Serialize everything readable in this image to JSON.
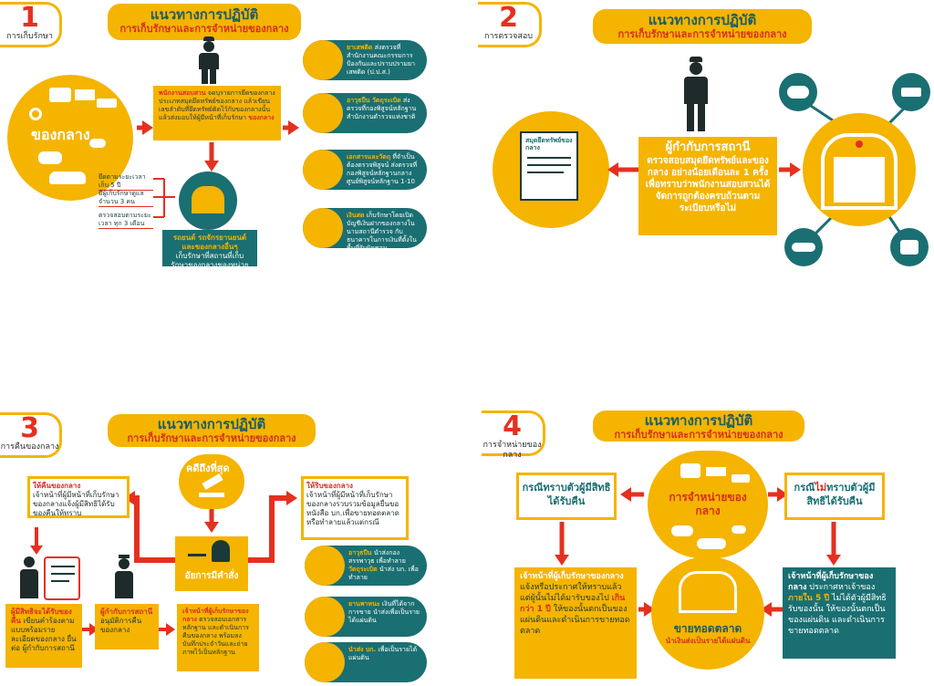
{
  "colors": {
    "yellow": "#f5b400",
    "teal": "#1a6f72",
    "red": "#e53020",
    "dark": "#1a3a3a"
  },
  "panel1": {
    "badge_num": "1",
    "badge_label": "การเก็บรักษา",
    "banner_title": "แนวทางการปฏิบัติ",
    "banner_subtitle": "การเก็บรักษาและการจำหน่ายของกลาง",
    "circle_label": "ของกลาง",
    "officer_text_red": "พนักงานสอบสวน",
    "officer_text": "จดบุรายการยึดของกลาง ประเภทสมุดยึดทรัพย์ของกลาง แล้วเขียนเลขลำดับที่ยึดทรัพย์ติดไว้กับของกลางนั้น แล้วส่งมอบให้ผู้มีหน้าที่เก็บรักษา",
    "officer_text_end": "ของกลาง",
    "labels": [
      "ยึดตามระยะเวลาเก็บ 5 ปี",
      "มีผู้เก็บรักษาดูแล จำนวน 3 คน",
      "ตรวจสอบตามระยะเวลา ทุก 3 เดือน"
    ],
    "vehicle_box_title": "รถยนต์ รถจักรยานยนต์ และของกลางอื่นๆ",
    "vehicle_box_text": "เก็บรักษาที่สถานที่เก็บรักษาของกลางของหน่วยงาน",
    "pills": [
      {
        "title": "ยาเสพติด",
        "text": "ส่งตรวจที่สำนักงานคณะกรรมการป้องกันและปราบปรามยาเสพติด (ป.ป.ส.)"
      },
      {
        "title": "อาวุธปืน วัตถุระเบิด",
        "text": "ส่งตรวจที่กองพิสูจน์หลักฐาน สำนักงานตำรวจแห่งชาติ"
      },
      {
        "title": "เอกสารและวัตถุ",
        "text": "ที่จำเป็นต้องตรวจพิสูจน์ ส่งตรวจที่กองพิสูจน์หลักฐานกลาง ศูนย์พิสูจน์หลักฐาน 1-10"
      },
      {
        "title": "เงินสด",
        "text": "เก็บรักษาโดยเปิดบัญชีเงินฝากของกลางในนามสถานีตำรวจ กับธนาคารในการเงินที่ตั้งในพื้นที่รับผิดชอบ"
      }
    ]
  },
  "panel2": {
    "badge_num": "2",
    "badge_label": "การตรวจสอบ",
    "banner_title": "แนวทางการปฏิบัติ",
    "banner_subtitle": "การเก็บรักษาและการจำหน่ายของกลาง",
    "doc_label": "สมุดยึดทรัพย์ของกลาง",
    "center_title": "ผู้กำกับการสถานี",
    "center_text": "ตรวจสอบสมุดยึดทรัพย์และของกลาง อย่างน้อยเดือนละ 1 ครั้ง เพื่อทราบว่าพนักงานสอบสวนได้จัดการถูกต้องครบถ้วนตามระเบียบหรือไม่"
  },
  "panel3": {
    "badge_num": "3",
    "badge_label": "การคืนของกลาง",
    "banner_title": "แนวทางการปฏิบัติ",
    "banner_subtitle": "การเก็บรักษาและการจำหน่ายของกลาง",
    "final_label": "คดีถึงที่สุด",
    "prosecutor_label": "อัยการมีคำสั่ง",
    "left_head": "ให้คืนของกลาง",
    "left_text": "เจ้าหน้าที่ผู้มีหน้าที่เก็บรักษาของกลางแจ้งผู้มีสิทธิได้รับของคืนให้ทราบ",
    "right_head": "ให้ริบของกลาง",
    "right_text": "เจ้าหน้าที่ผู้มีหน้าที่เก็บรักษาของกลางรวบรวมข้อมูลยื่นขอหนังสือ บก.เพื่อขายทอดตลาดหรือทำลายแล้วแต่กรณี",
    "step1_red": "ผู้มีสิทธิจะได้รับของคืน",
    "step1_text": "เขียนคำร้องตามแบบพร้อมรายละเอียดของกลาง ยื่นต่อ ผู้กำกับการสถานี",
    "step2_red": "ผู้กำกับการสถานี",
    "step2_text": "อนุมัติการคืนของกลาง",
    "step3_red": "เจ้าหน้าที่ผู้เก็บรักษาของกลาง",
    "step3_text": "ตรวจสอบเอกสารหลักฐาน และดำเนินการคืนของกลาง พร้อมลงบันทึกประจำวันและถ่ายภาพไว้เป็นหลักฐาน",
    "right_pills": [
      {
        "title": "อาวุธปืน",
        "text": "นำส่งกองสรรพาวุธ เพื่อทำลาย"
      },
      {
        "title": "วัตถุระเบิด",
        "text": "นำส่ง บก. เพื่อทำลาย"
      },
      {
        "title": "ยานพาหนะ",
        "text": "เงินที่ได้จากการขาย นำส่งเพื่อเป็นรายได้แผ่นดิน"
      },
      {
        "title": "นำส่ง บก.",
        "text": "เพื่อเป็นรายได้แผ่นดิน"
      }
    ]
  },
  "panel4": {
    "badge_num": "4",
    "badge_label": "การจำหน่ายของกลาง",
    "banner_title": "แนวทางการปฏิบัติ",
    "banner_subtitle": "การเก็บรักษาและการจำหน่ายของกลาง",
    "center_label": "การจำหน่ายของกลาง",
    "left_box": "กรณีทราบตัวผู้มีสิทธิได้รับคืน",
    "right_box_1": "กรณี",
    "right_box_red": "ไม่",
    "right_box_2": "ทราบตัวผู้มีสิทธิได้รับคืน",
    "left_bottom_head": "เจ้าหน้าที่ผู้เก็บรักษาของกลาง",
    "left_bottom_text": "แจ้งหรือประกาศให้ทราบแล้ว แต่ผู้นั้นไม่ได้มารับของไป",
    "left_bottom_red": "เกินกว่า 1 ปี",
    "left_bottom_end": "ให้ของนั้นตกเป็นของแผ่นดินและดำเนินการขายทอดตลาด",
    "right_bottom_head": "เจ้าหน้าที่ผู้เก็บรักษาของกลาง",
    "right_bottom_text": "ประกาศหาเจ้าของ",
    "right_bottom_red": "ภายใน 5 ปี",
    "right_bottom_end": "ไม่ได้ตัวผู้มีสิทธิรับของนั้น ให้ของนั้นตกเป็นของแผ่นดิน และดำเนินการขายทอดตลาด",
    "auction_title": "ขายทอดตลาด",
    "auction_sub": "นำเงินส่งเป็นรายได้แผ่นดิน"
  }
}
